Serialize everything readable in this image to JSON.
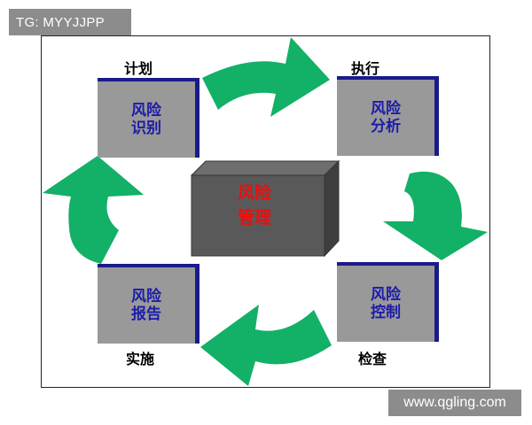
{
  "watermark_top": "TG: MYYJJPP",
  "watermark_bottom": "www.qgling.com",
  "colors": {
    "arrow": "#13b067",
    "box_fill": "#999999",
    "box_border": "#1a1a8a",
    "box_text": "#1c1caa",
    "center_text": "#e81010"
  },
  "stages": [
    {
      "label": "计划",
      "box_text": "风险识别"
    },
    {
      "label": "执行",
      "box_text": "风险分析"
    },
    {
      "label": "检查",
      "box_text": "风险控制"
    },
    {
      "label": "实施",
      "box_text": "风险报告"
    }
  ],
  "center": {
    "text": "风险管理"
  },
  "arrows": [
    "arrow-right",
    "arrow-down",
    "arrow-left",
    "arrow-up"
  ]
}
